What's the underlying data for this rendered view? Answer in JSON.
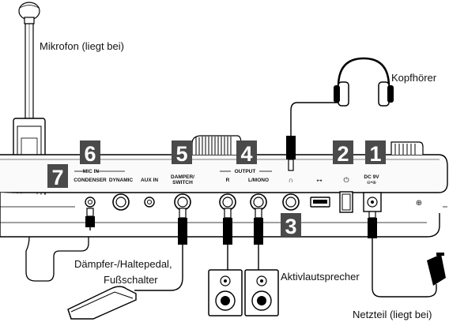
{
  "callouts": {
    "microphone": "Mikrofon (liegt bei)",
    "headphones": "Kopfhörer",
    "pedal": "Dämpfer-/Haltepedal,",
    "pedal2": "Fußschalter",
    "speakers": "Aktivlautsprecher",
    "adapter": "Netzteil (liegt bei)"
  },
  "badges": [
    "1",
    "2",
    "3",
    "4",
    "5",
    "6",
    "7"
  ],
  "panel_labels": {
    "mic_in": "MIC IN",
    "condenser": "CONDENSER",
    "dynamic": "DYNAMIC",
    "aux_in": "AUX IN",
    "damper": "DAMPER/",
    "switch": "SWITCH",
    "output": "OUTPUT",
    "r": "R",
    "lmono": "L/MONO",
    "phones": "∩",
    "usb": "⭤",
    "power": "⏻",
    "dc": "DC 9V",
    "dc_polarity": "⊖•⊕",
    "ground": "⊕"
  },
  "colors": {
    "badge": "#4a4a4a",
    "panel": "#f4f4f4",
    "line": "#000000"
  }
}
